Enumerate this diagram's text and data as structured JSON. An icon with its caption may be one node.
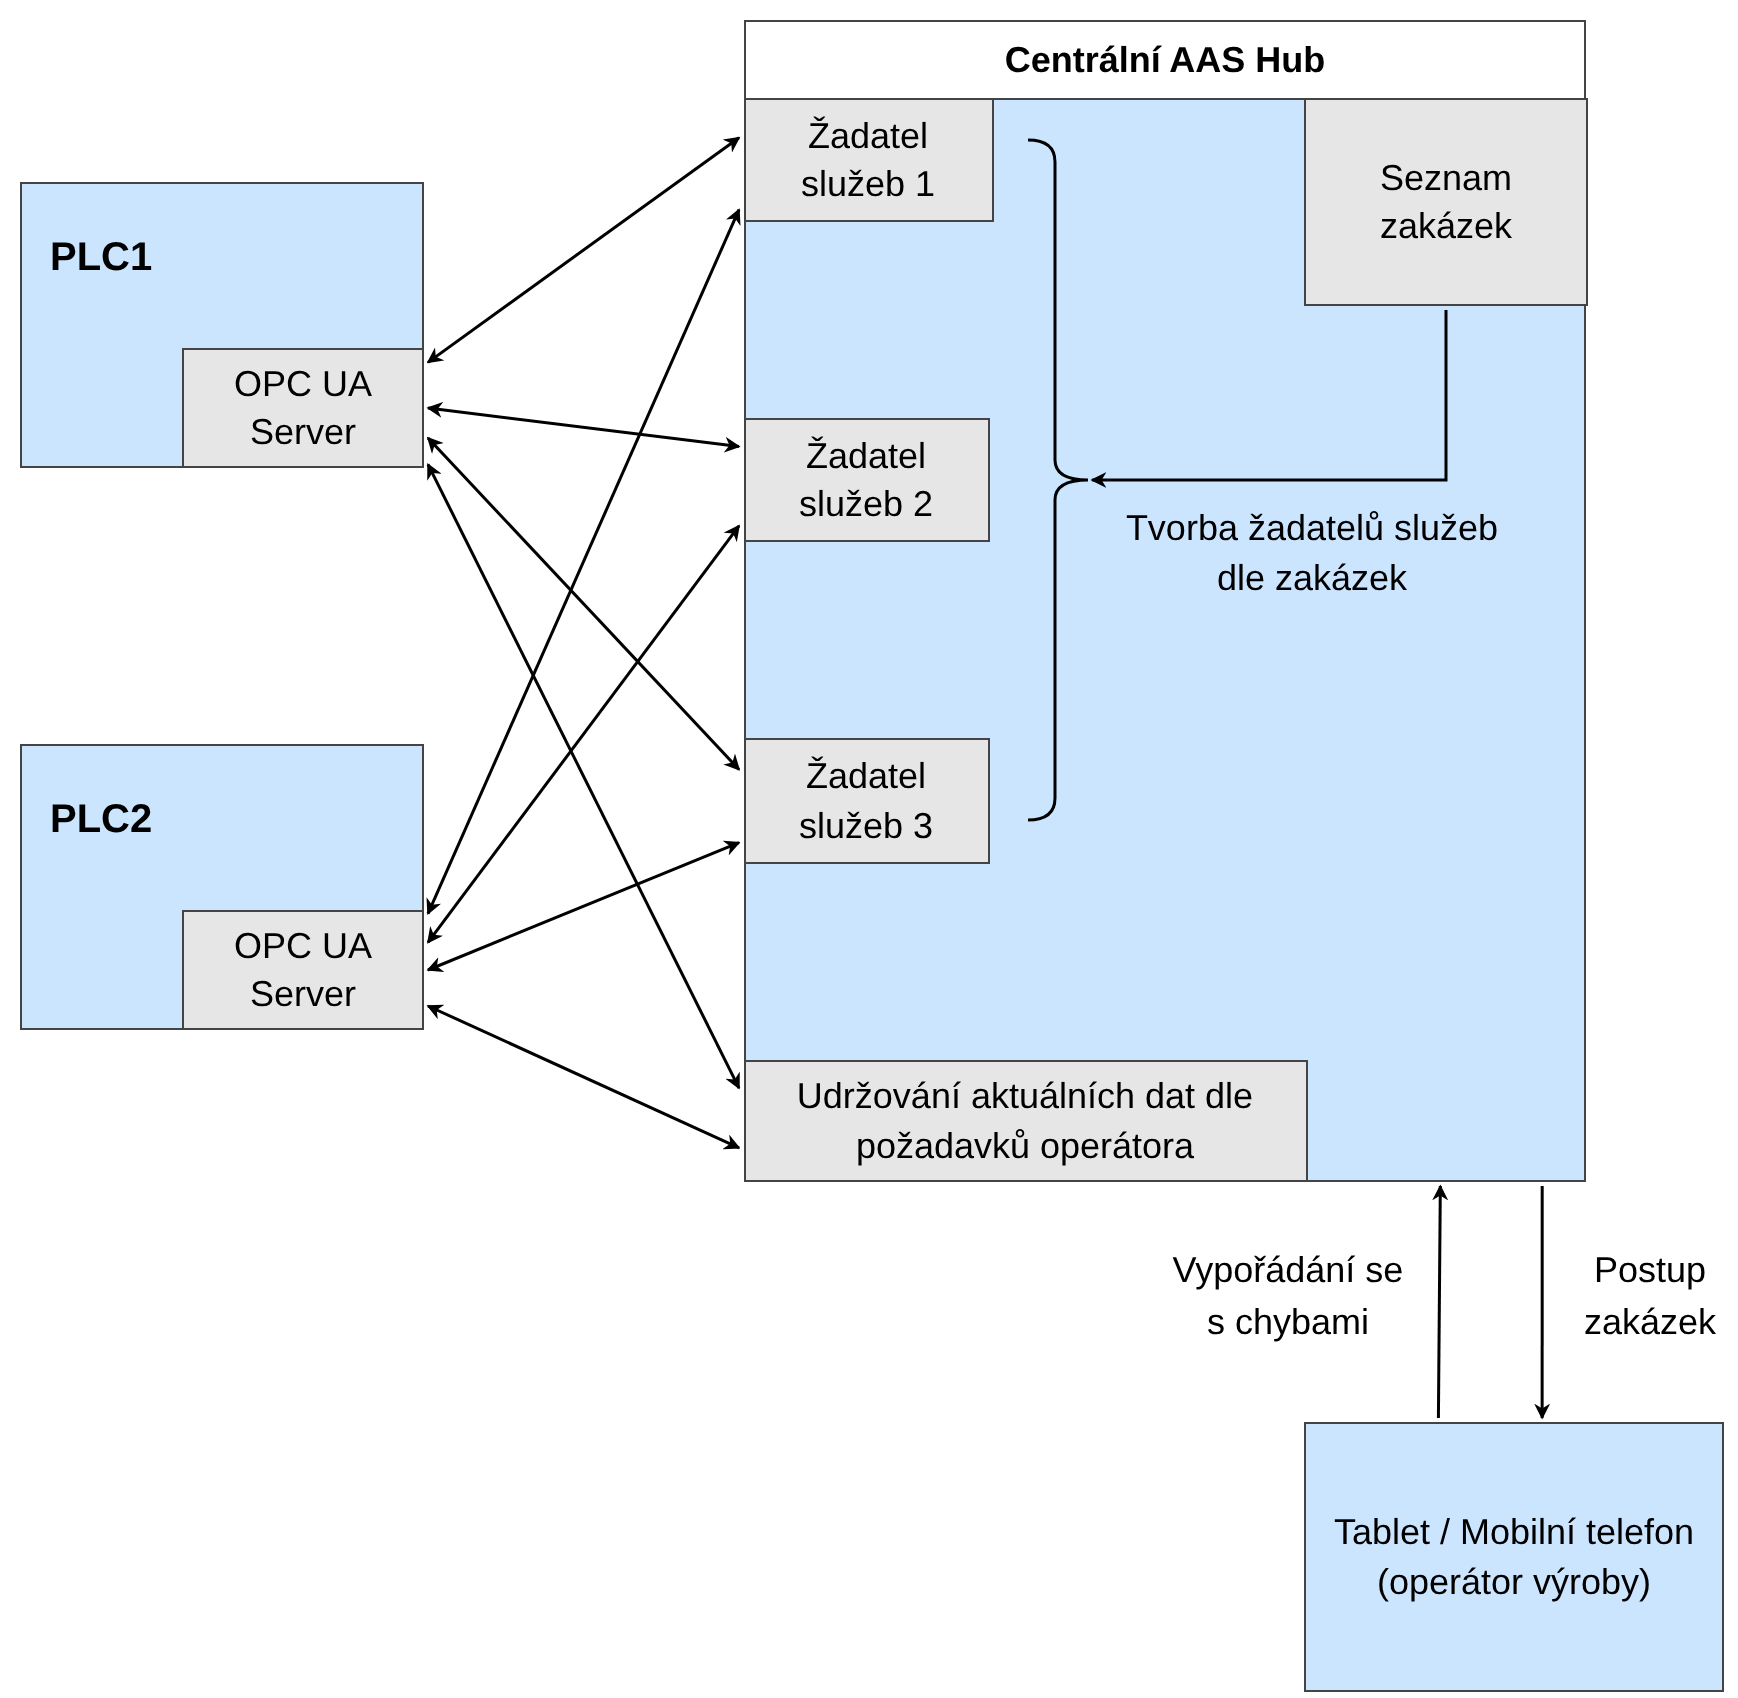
{
  "diagram": {
    "nodes": [
      {
        "text": [
          "Centrální AAS Hub"
        ]
      },
      {
        "text": [
          "Žadatel služeb 1"
        ],
        "in": 0
      },
      {
        "text": [
          "Seznam zakázek"
        ],
        "in": 0
      },
      {
        "text": [
          "Žadatel služeb 2"
        ],
        "in": 0
      },
      {
        "text": [],
        "shape": "brace",
        "in": 0,
        "beside": [
          "Tvorba žadatelů služeb dle zakázek"
        ]
      },
      {
        "text": [
          "Žadatel služeb 3"
        ],
        "in": 0
      },
      {
        "text": [
          "Udržování aktuálních dat dle požadavků operátora"
        ],
        "in": 0
      },
      {
        "text": [
          "PLC1"
        ]
      },
      {
        "text": [
          "OPC UA Server"
        ],
        "in": 7
      },
      {
        "text": [
          "PLC2"
        ]
      },
      {
        "text": [
          "OPC UA Server"
        ],
        "in": 9
      },
      {
        "text": [
          "Tablet / Mobilní telefon (operátor výroby)"
        ]
      }
    ],
    "edges": [
      {
        "from": 8,
        "to": 1,
        "arrow": "both"
      },
      {
        "from": 8,
        "to": 3,
        "arrow": "both"
      },
      {
        "from": 8,
        "to": 5,
        "arrow": "both"
      },
      {
        "from": 8,
        "to": 6,
        "arrow": "both"
      },
      {
        "from": 10,
        "to": 1,
        "arrow": "both"
      },
      {
        "from": 10,
        "to": 3,
        "arrow": "both"
      },
      {
        "from": 10,
        "to": 5,
        "arrow": "both"
      },
      {
        "from": 10,
        "to": 6,
        "arrow": "both"
      },
      {
        "from": 2,
        "to": 4,
        "arrow": "to"
      },
      {
        "from": 11,
        "to": 0,
        "arrow": "to",
        "label": "Vypořádání se s chybami"
      },
      {
        "from": 0,
        "to": 11,
        "arrow": "to",
        "label": "Postup zakázek"
      }
    ]
  }
}
